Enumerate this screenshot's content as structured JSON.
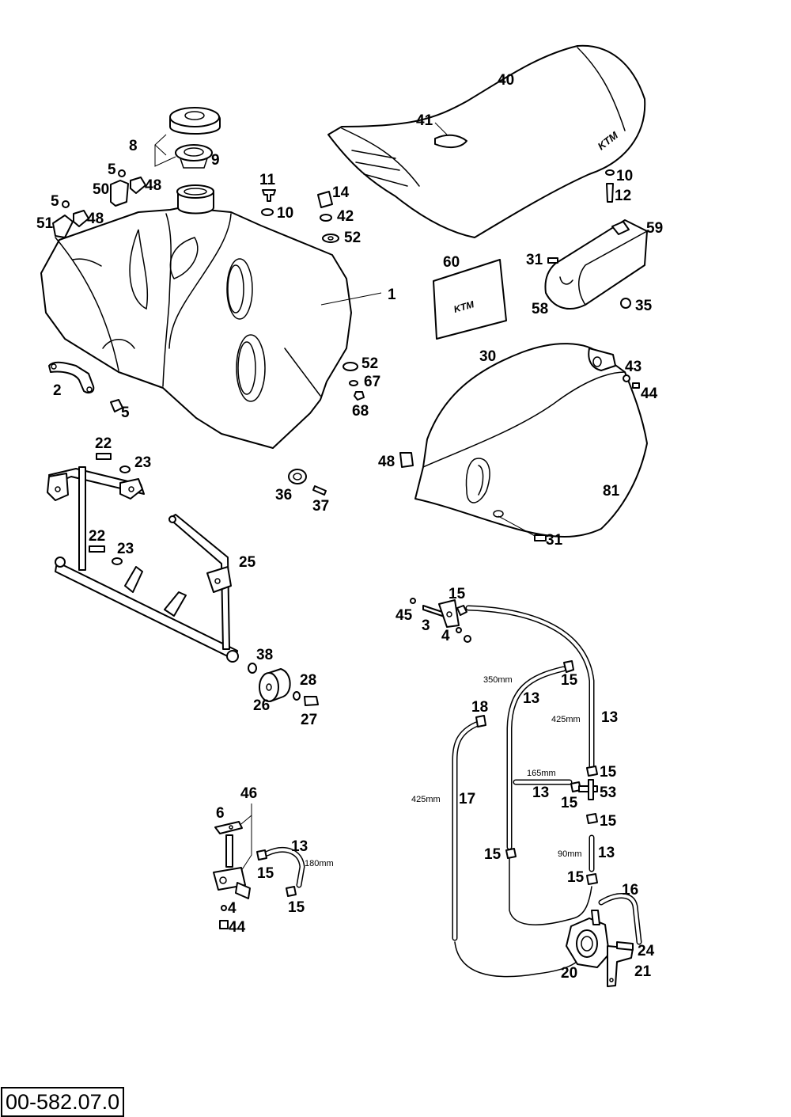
{
  "document_code": "00-582.07.0",
  "labels": {
    "fuel_tank": "1",
    "bracket_left": "2",
    "fuel_tap_3": "3",
    "washer_4_top": "4",
    "washer_4_bottom": "4",
    "screw_5_a": "5",
    "screw_5_b": "5",
    "screw_5_c": "5",
    "plate_6": "6",
    "tank_cap": "8",
    "cap_seal": "9",
    "washer_10_tank": "10",
    "washer_10_seat": "10",
    "bolt_11": "11",
    "bolt_12": "12",
    "hose_13_a": "13",
    "hose_13_b": "13",
    "hose_13_c": "13",
    "hose_13_d": "13",
    "hose_13_e": "13",
    "bolt_14": "14",
    "clamp_15_a": "15",
    "clamp_15_b": "15",
    "clamp_15_c": "15",
    "clamp_15_d": "15",
    "clamp_15_e": "15",
    "clamp_15_f": "15",
    "clamp_15_g": "15",
    "clamp_15_h": "15",
    "clamp_15_i": "15",
    "hose_16": "16",
    "hose_17": "17",
    "clamp_18": "18",
    "valve_20": "20",
    "bracket_21": "21",
    "bolt_22_a": "22",
    "bolt_22_b": "22",
    "washer_23_a": "23",
    "washer_23_b": "23",
    "hose_24": "24",
    "frame_25": "25",
    "damper_26": "26",
    "bolt_27": "27",
    "washer_28": "28",
    "side_cover_30": "30",
    "screw_31_a": "31",
    "screw_31_b": "31",
    "nut_35": "35",
    "grommet_36": "36",
    "screw_37": "37",
    "washer_38": "38",
    "seat": "40",
    "seat_strap": "41",
    "washer_42": "42",
    "sleeve_43": "43",
    "screw_44_a": "44",
    "screw_44_b": "44",
    "oring_45": "45",
    "fuel_tap_46": "46",
    "nut_48_a": "48",
    "nut_48_b": "48",
    "nut_48_c": "48",
    "bracket_50": "50",
    "bracket_51": "51",
    "washer_52_a": "52",
    "washer_52_b": "52",
    "tee_53": "53",
    "filter_58": "58",
    "clip_59": "59",
    "decal_60": "60",
    "washer_67": "67",
    "nut_68": "68",
    "side_cover_81": "81"
  },
  "dimensions": {
    "hose_350": "350mm",
    "hose_425_a": "425mm",
    "hose_425_b": "425mm",
    "hose_165": "165mm",
    "hose_90": "90mm",
    "hose_180": "180mm"
  }
}
